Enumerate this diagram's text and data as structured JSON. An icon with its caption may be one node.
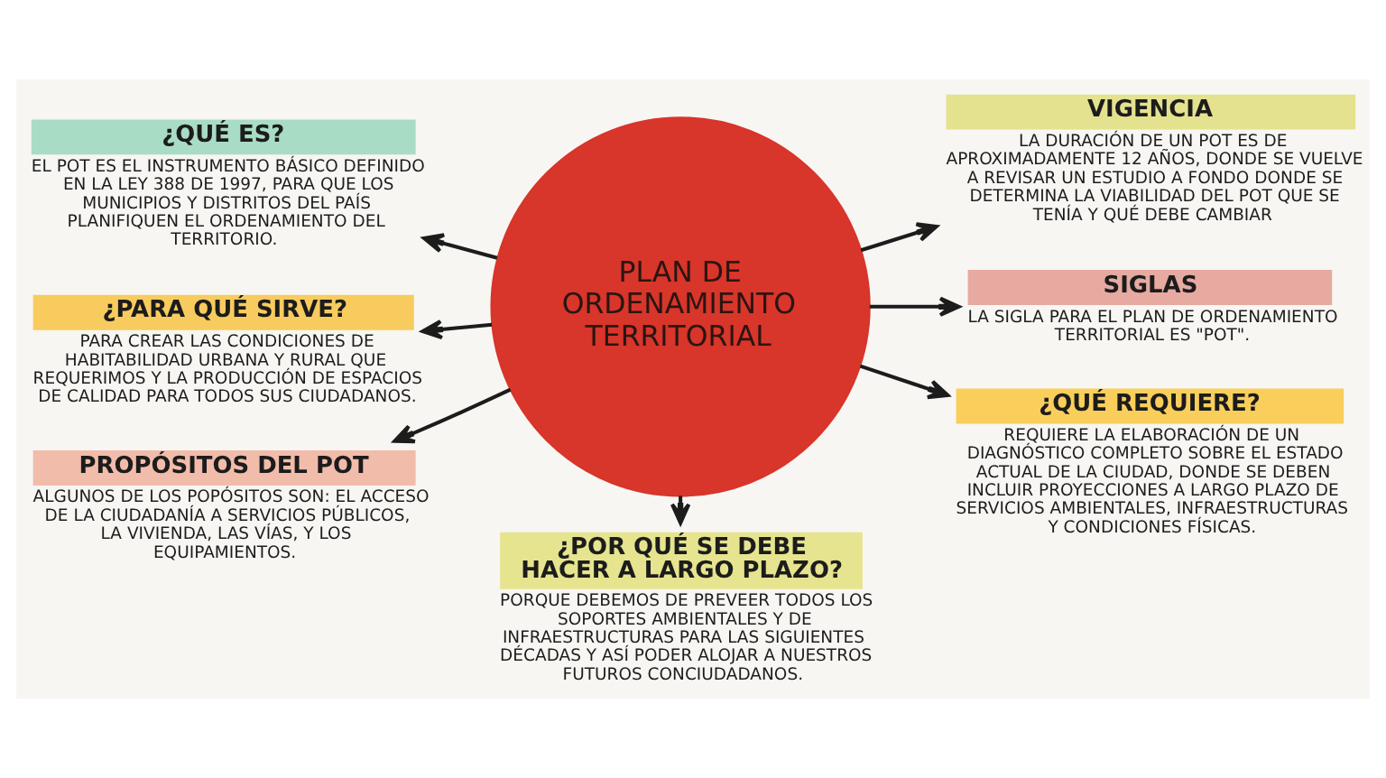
{
  "diagram": {
    "nodes": [
      {
        "text": [
          "¿QUÉ ES?",
          "EL POT ES EL INSTRUMENTO BÁSICO DEFINIDO EN LA LEY 388 DE 1997, PARA QUE LOS MUNICIPIOS Y DISTRITOS DEL PAÍS PLANIFIQUEN EL ORDENAMIENTO DEL TERRITORIO."
        ]
      },
      {
        "text": [
          "VIGENCIA",
          "LA DURACIÓN DE UN POT ES DE APROXIMADAMENTE 12 AÑOS, DONDE SE VUELVE A REVISAR UN ESTUDIO A FONDO DONDE SE DETERMINA LA VIABILIDAD DEL POT QUE SE TENÍA Y QUÉ DEBE CAMBIAR"
        ]
      },
      {
        "text": [
          "¿PARA QUÉ SIRVE?",
          "PARA CREAR LAS CONDICIONES DE HABITABILIDAD URBANA Y RURAL QUE REQUERIMOS Y LA PRODUCCIÓN DE ESPACIOS DE CALIDAD PARA TODOS SUS CIUDADANOS."
        ]
      },
      {
        "text": [
          "PLAN DE ORDENAMIENTO TERRITORIAL"
        ]
      },
      {
        "text": [
          "SIGLAS",
          "LA SIGLA PARA EL PLAN DE ORDENAMIENTO TERRITORIAL ES \"POT\"."
        ]
      },
      {
        "text": [
          "PROPÓSITOS DEL POT",
          "ALGUNOS DE LOS POPÓSITOS SON: EL ACCESO DE LA CIUDADANÍA A SERVICIOS PÚBLICOS, LA VIVIENDA, LAS VÍAS, Y LOS EQUIPAMIENTOS."
        ]
      },
      {
        "text": [
          "¿QUÉ REQUIERE?",
          "REQUIERE LA ELABORACIÓN DE UN DIAGNÓSTICO COMPLETO SOBRE EL ESTADO ACTUAL DE LA CIUDAD, DONDE SE DEBEN INCLUIR PROYECCIONES A LARGO PLAZO DE SERVICIOS AMBIENTALES, INFRAESTRUCTURAS Y CONDICIONES FÍSICAS."
        ]
      },
      {
        "text": [
          "¿POR QUÉ SE DEBE HACER A LARGO PLAZO?",
          "PORQUE DEBEMOS DE PREVEER TODOS LOS SOPORTES AMBIENTALES Y DE INFRAESTRUCTURAS PARA LAS SIGUIENTES DÉCADAS Y ASÍ PODER ALOJAR A NUESTROS FUTUROS CONCIUDADANOS."
        ]
      }
    ],
    "edges": [
      {
        "from": 3,
        "to": 0,
        "arrow": "to"
      },
      {
        "from": 3,
        "to": 1,
        "arrow": "to"
      },
      {
        "from": 3,
        "to": 2,
        "arrow": "to"
      },
      {
        "from": 3,
        "to": 4,
        "arrow": "to"
      },
      {
        "from": 3,
        "to": 5,
        "arrow": "to"
      },
      {
        "from": 3,
        "to": 6,
        "arrow": "to"
      },
      {
        "from": 3,
        "to": 7,
        "arrow": "to"
      }
    ]
  }
}
